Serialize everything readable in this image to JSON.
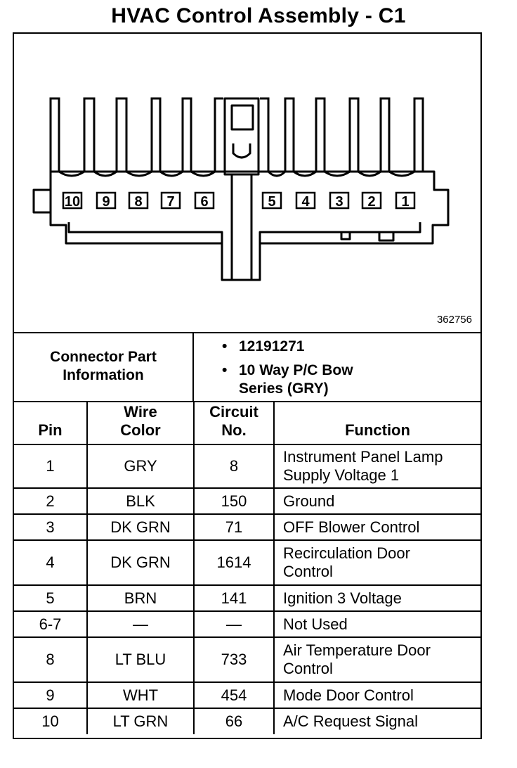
{
  "title": "HVAC Control Assembly - C1",
  "figure_number": "362756",
  "connector": {
    "pin_labels": [
      "10",
      "9",
      "8",
      "7",
      "6",
      "5",
      "4",
      "3",
      "2",
      "1"
    ]
  },
  "part_info": {
    "label": "Connector Part Information",
    "items": [
      "12191271",
      "10 Way P/C Bow",
      "Series (GRY)"
    ],
    "bullet": "•"
  },
  "table": {
    "headers": {
      "pin": "Pin",
      "wire_color": "Wire Color",
      "circuit": "Circuit No.",
      "function": "Function"
    },
    "rows": [
      {
        "pin": "1",
        "wire": "GRY",
        "circuit": "8",
        "function": "Instrument Panel Lamp Supply Voltage 1"
      },
      {
        "pin": "2",
        "wire": "BLK",
        "circuit": "150",
        "function": "Ground"
      },
      {
        "pin": "3",
        "wire": "DK GRN",
        "circuit": "71",
        "function": "OFF Blower Control"
      },
      {
        "pin": "4",
        "wire": "DK GRN",
        "circuit": "1614",
        "function": "Recirculation Door Control"
      },
      {
        "pin": "5",
        "wire": "BRN",
        "circuit": "141",
        "function": "Ignition 3 Voltage"
      },
      {
        "pin": "6-7",
        "wire": "—",
        "circuit": "—",
        "function": "Not Used"
      },
      {
        "pin": "8",
        "wire": "LT BLU",
        "circuit": "733",
        "function": "Air Temperature Door Control"
      },
      {
        "pin": "9",
        "wire": "WHT",
        "circuit": "454",
        "function": "Mode Door Control"
      },
      {
        "pin": "10",
        "wire": "LT GRN",
        "circuit": "66",
        "function": "A/C Request Signal"
      }
    ]
  }
}
